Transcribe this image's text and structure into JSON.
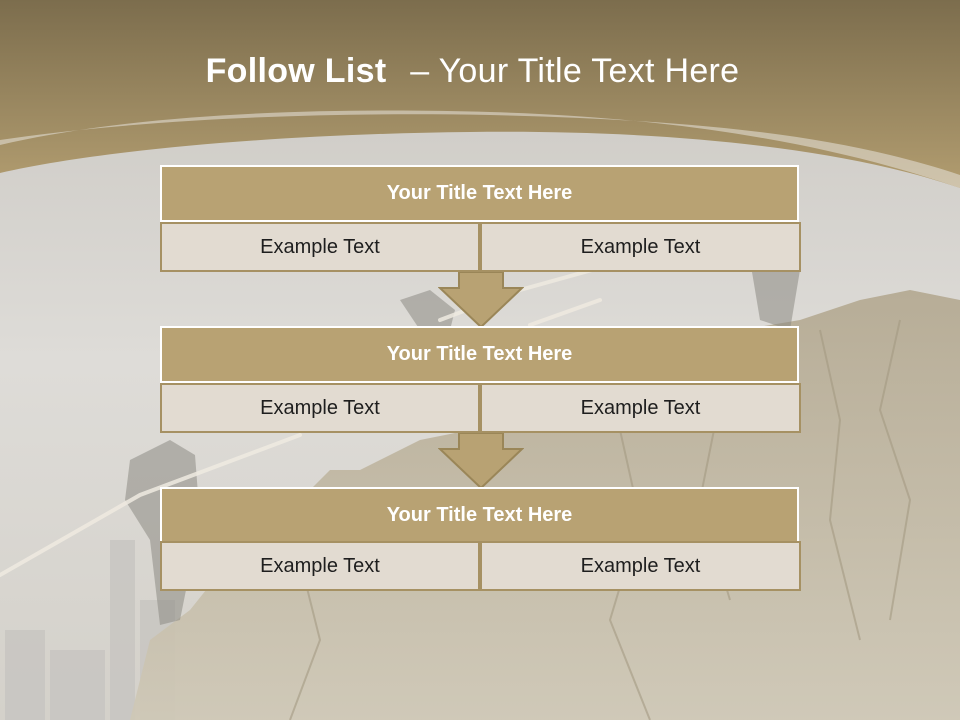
{
  "title": {
    "bold": "Follow List",
    "dash": "–",
    "rest": "Your Title Text Here"
  },
  "colors": {
    "header_gold": "#a99566",
    "block_fill": "#b8a273",
    "cell_fill": "#e2dbd1",
    "border_gold": "#a69163"
  },
  "blocks": [
    {
      "title": "Your Title Text Here",
      "left": "Example Text",
      "right": "Example Text"
    },
    {
      "title": "Your Title Text Here",
      "left": "Example Text",
      "right": "Example Text"
    },
    {
      "title": "Your Title Text Here",
      "left": "Example Text",
      "right": "Example Text"
    }
  ],
  "connectors": [
    "down-arrow-icon",
    "down-arrow-icon"
  ]
}
